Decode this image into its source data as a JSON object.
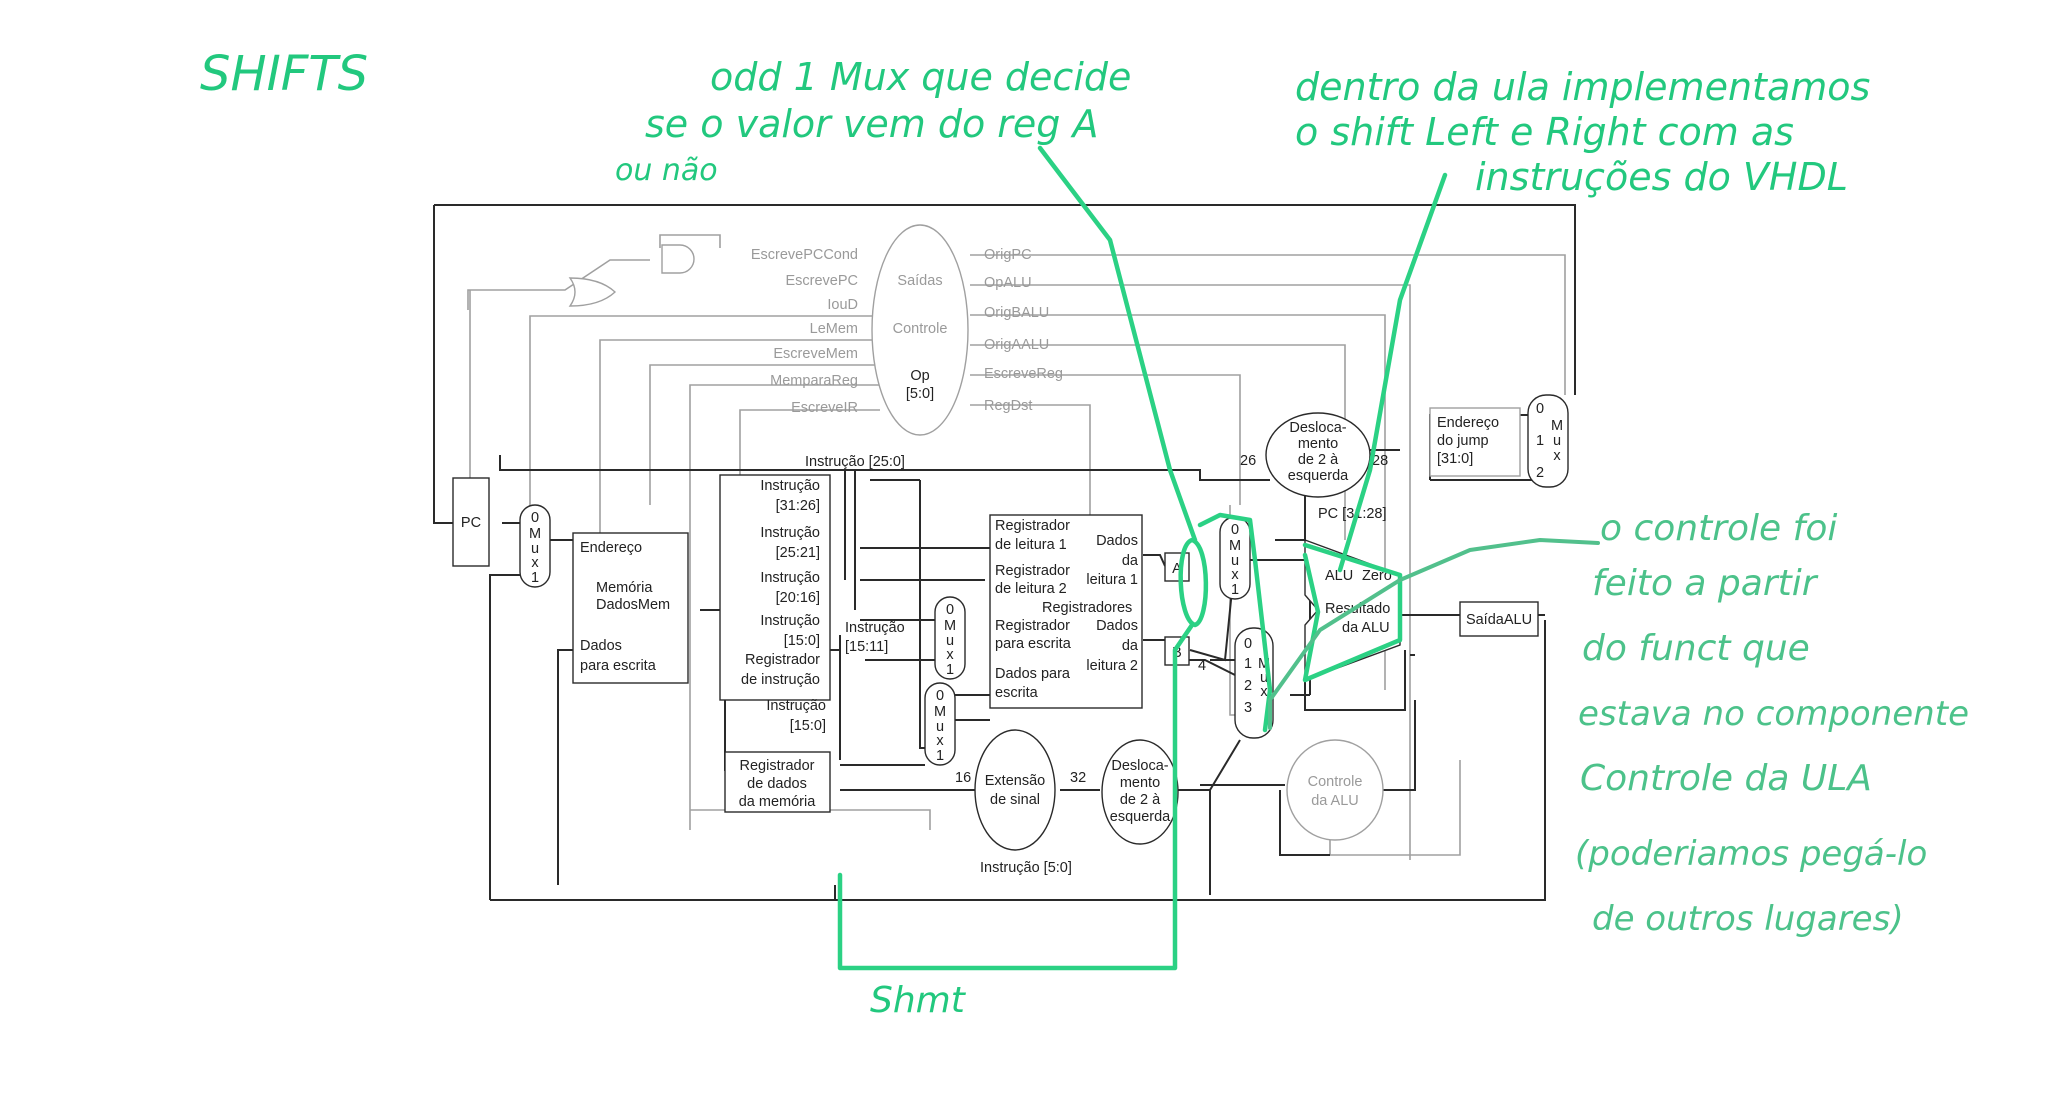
{
  "title": "SHIFTS",
  "annotations": {
    "mux_note": [
      "odd 1 Mux que decide",
      "se o valor vem do reg A",
      "ou não"
    ],
    "ula_note": [
      "dentro da ula implementamos",
      "o shift Left e Right com as",
      "instruções do VHDL"
    ],
    "control_note": [
      "o controle foi",
      "feito a partir",
      "do funct que",
      "estava no componente",
      "Controle da ULA",
      "(poderiamos pegá-lo",
      "de outros lugares)"
    ],
    "shamt": "Shmt"
  },
  "control_unit": {
    "label_top": "Saídas",
    "label_mid": "Controle",
    "op": "Op",
    "op_bits": "[5:0]",
    "left_signals": [
      "EscrevePCCond",
      "EscrevePC",
      "IouD",
      "LeMem",
      "EscreveMem",
      "MemparaReg",
      "EscreveIR"
    ],
    "right_signals": [
      "OrigPC",
      "OpALU",
      "OrigBALU",
      "OrigAALU",
      "EscreveReg",
      "RegDst"
    ]
  },
  "blocks": {
    "pc": "PC",
    "memory": [
      "Endereço",
      "Memória",
      "DadosMem",
      "Dados",
      "para escrita"
    ],
    "instr_reg": [
      "Instrução",
      "[31:26]",
      "Instrução",
      "[25:21]",
      "Instrução",
      "[20:16]",
      "Instrução",
      "[15:0]",
      "Registrador",
      "de instrução"
    ],
    "instr_15_0": [
      "Instrução",
      "[15:0]"
    ],
    "instr_15_11": [
      "Instrução",
      "[15:11]"
    ],
    "instr_25_0": "Instrução [25:0]",
    "instr_5_0": "Instrução [5:0]",
    "mdr": [
      "Registrador",
      "de dados",
      "da memória"
    ],
    "registers": [
      "Registrador",
      "de leitura 1",
      "Registrador",
      "de leitura 2",
      "Registradores",
      "Registrador",
      "para escrita",
      "Dados para",
      "escrita",
      "Dados",
      "da",
      "leitura 1",
      "Dados",
      "da",
      "leitura 2"
    ],
    "sign_ext": [
      "Extensão",
      "de sinal"
    ],
    "shift_left_low": [
      "Desloca-",
      "mento",
      "de 2 à",
      "esquerda"
    ],
    "shift_left_top": [
      "Desloca-",
      "mento",
      "de 2 à",
      "esquerda"
    ],
    "jump": [
      "Endereço",
      "do jump",
      "[31:0]"
    ],
    "pc_31_28": "PC [31:28]",
    "alu": [
      "ALU",
      "Zero",
      "Resultado",
      "da ALU"
    ],
    "alu_out": "SaídaALU",
    "alu_control": [
      "Controle",
      "da ALU"
    ],
    "reg_a": "A",
    "reg_b": "B",
    "mux_text": [
      "M",
      "u",
      "x"
    ],
    "num_0": "0",
    "num_1": "1",
    "num_2": "2",
    "num_3": "3",
    "num_4": "4",
    "bits_26": "26",
    "bits_28": "28",
    "bits_16": "16",
    "bits_32": "32"
  },
  "colors": {
    "ink": "#2bd184",
    "ink_soft": "#52c08c",
    "wire": "#2a2a2a",
    "control_wire": "#a0a0a0"
  }
}
